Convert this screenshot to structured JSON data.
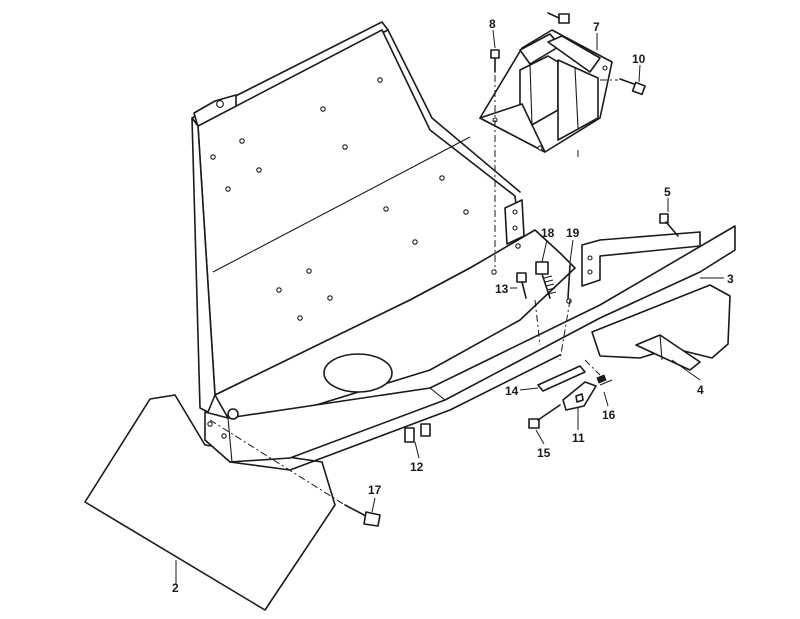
{
  "diagram": {
    "callouts": {
      "c2": "2",
      "c3": "3",
      "c4": "4",
      "c5": "5",
      "c7": "7",
      "c8": "8",
      "c10": "10",
      "c11": "11",
      "c12": "12",
      "c13": "13",
      "c14": "14",
      "c15": "15",
      "c16": "16",
      "c17": "17",
      "c18": "18",
      "c19": "19"
    }
  }
}
